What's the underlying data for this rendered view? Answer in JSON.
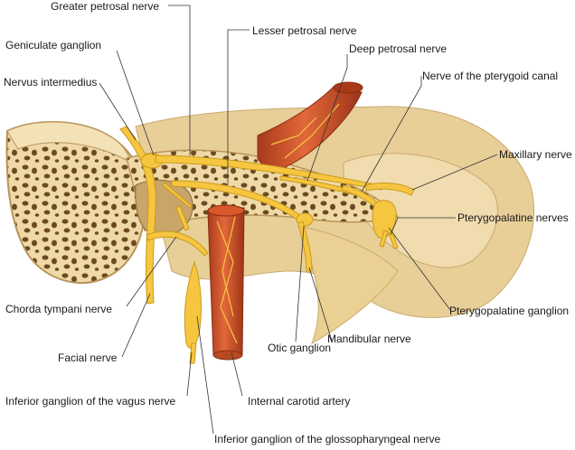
{
  "labels": {
    "greater_petrosal": "Greater petrosal nerve",
    "lesser_petrosal": "Lesser petrosal nerve",
    "deep_petrosal": "Deep petrosal nerve",
    "geniculate": "Geniculate ganglion",
    "nerve_pterygoid_canal": "Nerve of the pterygoid canal",
    "nervus_intermedius": "Nervus intermedius",
    "maxillary": "Maxillary nerve",
    "pterygopalatine_nerves": "Pterygopalatine nerves",
    "pterygopalatine_ganglion": "Pterygopalatine ganglion",
    "chorda_tympani": "Chorda tympani nerve",
    "mandibular": "Mandibular nerve",
    "otic_ganglion": "Otic ganglion",
    "facial": "Facial nerve",
    "internal_carotid": "Internal carotid artery",
    "inferior_vagus": "Inferior ganglion of the vagus nerve",
    "inferior_glossopharyngeal": "Inferior ganglion of the glossopharyngeal nerve"
  },
  "colors": {
    "bone": "#efd9a7",
    "bone_dark": "#d9bd80",
    "cavity": "#6b4a22",
    "nerve": "#f6c640",
    "nerve_edge": "#c99a1c",
    "artery": "#d8582a",
    "artery_dark": "#9c3418",
    "leader": "#333333"
  }
}
